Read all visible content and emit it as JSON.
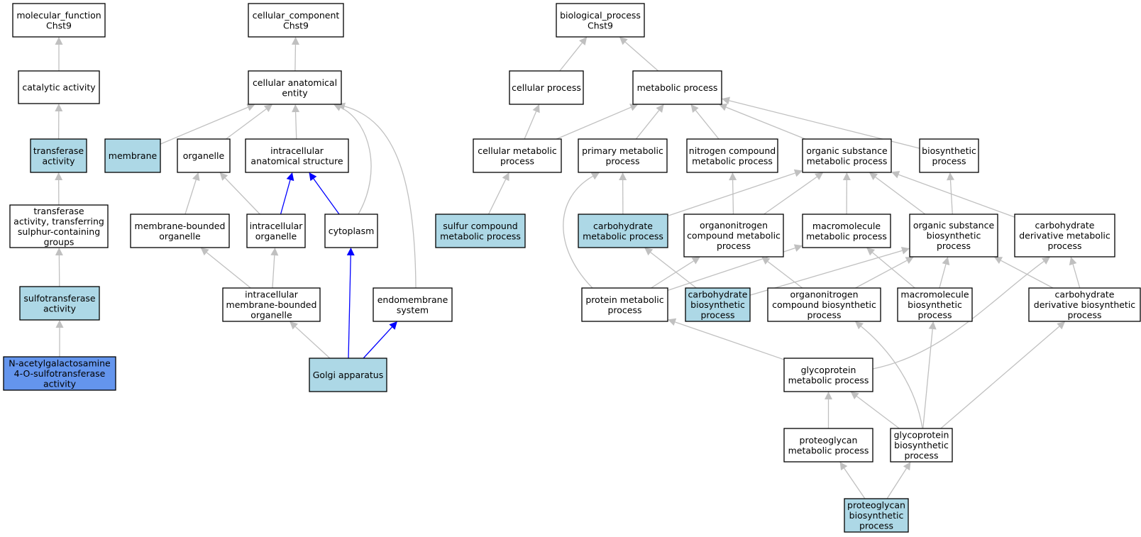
{
  "colors": {
    "plain": "#ffffff",
    "annotated": "#add8e6",
    "query": "#6495ed",
    "edge_gray": "#c0c0c0",
    "edge_blue": "#0000ff"
  },
  "nodes": [
    {
      "id": "mf",
      "label": "molecular_function\nChst9",
      "fill": "plain"
    },
    {
      "id": "cat",
      "label": "catalytic activity",
      "fill": "plain"
    },
    {
      "id": "trans",
      "label": "transferase\nactivity",
      "fill": "annotated"
    },
    {
      "id": "tsulph",
      "label": "transferase\nactivity, transferring\nsulphur-containing\ngroups",
      "fill": "plain"
    },
    {
      "id": "sulfo",
      "label": "sulfotransferase\nactivity",
      "fill": "annotated"
    },
    {
      "id": "nacetyl",
      "label": "N-acetylgalactosamine\n4-O-sulfotransferase\nactivity",
      "fill": "query"
    },
    {
      "id": "cc",
      "label": "cellular_component\nChst9",
      "fill": "plain"
    },
    {
      "id": "cae",
      "label": "cellular anatomical\nentity",
      "fill": "plain"
    },
    {
      "id": "membrane",
      "label": "membrane",
      "fill": "annotated"
    },
    {
      "id": "organelle",
      "label": "organelle",
      "fill": "plain"
    },
    {
      "id": "ias",
      "label": "intracellular\nanatomical structure",
      "fill": "plain"
    },
    {
      "id": "mbo",
      "label": "membrane-bounded\norganelle",
      "fill": "plain"
    },
    {
      "id": "io",
      "label": "intracellular\norganelle",
      "fill": "plain"
    },
    {
      "id": "cyto",
      "label": "cytoplasm",
      "fill": "plain"
    },
    {
      "id": "imbo",
      "label": "intracellular\nmembrane-bounded\norganelle",
      "fill": "plain"
    },
    {
      "id": "endo",
      "label": "endomembrane\nsystem",
      "fill": "plain"
    },
    {
      "id": "golgi",
      "label": "Golgi apparatus",
      "fill": "annotated"
    },
    {
      "id": "bp",
      "label": "biological_process\nChst9",
      "fill": "plain"
    },
    {
      "id": "cp",
      "label": "cellular process",
      "fill": "plain"
    },
    {
      "id": "mp",
      "label": "metabolic process",
      "fill": "plain"
    },
    {
      "id": "cmp",
      "label": "cellular metabolic\nprocess",
      "fill": "plain"
    },
    {
      "id": "pmp",
      "label": "primary metabolic\nprocess",
      "fill": "plain"
    },
    {
      "id": "ncmp",
      "label": "nitrogen compound\nmetabolic process",
      "fill": "plain"
    },
    {
      "id": "osmp",
      "label": "organic substance\nmetabolic process",
      "fill": "plain"
    },
    {
      "id": "bsp",
      "label": "biosynthetic\nprocess",
      "fill": "plain"
    },
    {
      "id": "scmp",
      "label": "sulfur compound\nmetabolic process",
      "fill": "annotated"
    },
    {
      "id": "chmp",
      "label": "carbohydrate\nmetabolic process",
      "fill": "annotated"
    },
    {
      "id": "oncmp",
      "label": "organonitrogen\ncompound metabolic\nprocess",
      "fill": "plain"
    },
    {
      "id": "mmp",
      "label": "macromolecule\nmetabolic process",
      "fill": "plain"
    },
    {
      "id": "osbp",
      "label": "organic substance\nbiosynthetic\nprocess",
      "fill": "plain"
    },
    {
      "id": "cdmp",
      "label": "carbohydrate\nderivative metabolic\nprocess",
      "fill": "plain"
    },
    {
      "id": "protmp",
      "label": "protein metabolic\nprocess",
      "fill": "plain"
    },
    {
      "id": "chbp",
      "label": "carbohydrate\nbiosynthetic\nprocess",
      "fill": "annotated"
    },
    {
      "id": "oncbp",
      "label": "organonitrogen\ncompound biosynthetic\nprocess",
      "fill": "plain"
    },
    {
      "id": "mbp",
      "label": "macromolecule\nbiosynthetic\nprocess",
      "fill": "plain"
    },
    {
      "id": "cdbp",
      "label": "carbohydrate\nderivative biosynthetic\nprocess",
      "fill": "plain"
    },
    {
      "id": "gpmp",
      "label": "glycoprotein\nmetabolic process",
      "fill": "plain"
    },
    {
      "id": "pgmp",
      "label": "proteoglycan\nmetabolic process",
      "fill": "plain"
    },
    {
      "id": "gpbp",
      "label": "glycoprotein\nbiosynthetic\nprocess",
      "fill": "plain"
    },
    {
      "id": "pgbp",
      "label": "proteoglycan\nbiosynthetic\nprocess",
      "fill": "annotated"
    }
  ],
  "edges": [
    {
      "from": "cat",
      "to": "mf",
      "color": "edge_gray"
    },
    {
      "from": "trans",
      "to": "cat",
      "color": "edge_gray"
    },
    {
      "from": "tsulph",
      "to": "trans",
      "color": "edge_gray"
    },
    {
      "from": "sulfo",
      "to": "tsulph",
      "color": "edge_gray"
    },
    {
      "from": "nacetyl",
      "to": "sulfo",
      "color": "edge_gray"
    },
    {
      "from": "cae",
      "to": "cc",
      "color": "edge_gray"
    },
    {
      "from": "membrane",
      "to": "cae",
      "color": "edge_gray"
    },
    {
      "from": "organelle",
      "to": "cae",
      "color": "edge_gray"
    },
    {
      "from": "ias",
      "to": "cae",
      "color": "edge_gray"
    },
    {
      "from": "cyto",
      "to": "cae",
      "color": "edge_gray"
    },
    {
      "from": "endo",
      "to": "cae",
      "color": "edge_gray"
    },
    {
      "from": "mbo",
      "to": "organelle",
      "color": "edge_gray"
    },
    {
      "from": "io",
      "to": "organelle",
      "color": "edge_gray"
    },
    {
      "from": "io",
      "to": "ias",
      "color": "edge_blue"
    },
    {
      "from": "cyto",
      "to": "ias",
      "color": "edge_blue"
    },
    {
      "from": "imbo",
      "to": "mbo",
      "color": "edge_gray"
    },
    {
      "from": "imbo",
      "to": "io",
      "color": "edge_gray"
    },
    {
      "from": "golgi",
      "to": "imbo",
      "color": "edge_gray"
    },
    {
      "from": "golgi",
      "to": "cyto",
      "color": "edge_blue"
    },
    {
      "from": "golgi",
      "to": "endo",
      "color": "edge_blue"
    },
    {
      "from": "cp",
      "to": "bp",
      "color": "edge_gray"
    },
    {
      "from": "mp",
      "to": "bp",
      "color": "edge_gray"
    },
    {
      "from": "cmp",
      "to": "cp",
      "color": "edge_gray"
    },
    {
      "from": "cmp",
      "to": "mp",
      "color": "edge_gray"
    },
    {
      "from": "pmp",
      "to": "mp",
      "color": "edge_gray"
    },
    {
      "from": "ncmp",
      "to": "mp",
      "color": "edge_gray"
    },
    {
      "from": "osmp",
      "to": "mp",
      "color": "edge_gray"
    },
    {
      "from": "bsp",
      "to": "mp",
      "color": "edge_gray"
    },
    {
      "from": "scmp",
      "to": "cmp",
      "color": "edge_gray"
    },
    {
      "from": "chmp",
      "to": "pmp",
      "color": "edge_gray"
    },
    {
      "from": "chmp",
      "to": "osmp",
      "color": "edge_gray"
    },
    {
      "from": "oncmp",
      "to": "ncmp",
      "color": "edge_gray"
    },
    {
      "from": "oncmp",
      "to": "osmp",
      "color": "edge_gray"
    },
    {
      "from": "mmp",
      "to": "osmp",
      "color": "edge_gray"
    },
    {
      "from": "osbp",
      "to": "osmp",
      "color": "edge_gray"
    },
    {
      "from": "osbp",
      "to": "bsp",
      "color": "edge_gray"
    },
    {
      "from": "cdmp",
      "to": "osmp",
      "color": "edge_gray"
    },
    {
      "from": "protmp",
      "to": "pmp",
      "color": "edge_gray"
    },
    {
      "from": "protmp",
      "to": "oncmp",
      "color": "edge_gray"
    },
    {
      "from": "protmp",
      "to": "mmp",
      "color": "edge_gray"
    },
    {
      "from": "chbp",
      "to": "chmp",
      "color": "edge_gray"
    },
    {
      "from": "chbp",
      "to": "osbp",
      "color": "edge_gray"
    },
    {
      "from": "oncbp",
      "to": "oncmp",
      "color": "edge_gray"
    },
    {
      "from": "oncbp",
      "to": "osbp",
      "color": "edge_gray"
    },
    {
      "from": "mbp",
      "to": "mmp",
      "color": "edge_gray"
    },
    {
      "from": "mbp",
      "to": "osbp",
      "color": "edge_gray"
    },
    {
      "from": "cdbp",
      "to": "osbp",
      "color": "edge_gray"
    },
    {
      "from": "cdbp",
      "to": "cdmp",
      "color": "edge_gray"
    },
    {
      "from": "gpmp",
      "to": "protmp",
      "color": "edge_gray"
    },
    {
      "from": "gpmp",
      "to": "cdmp",
      "color": "edge_gray"
    },
    {
      "from": "pgmp",
      "to": "gpmp",
      "color": "edge_gray"
    },
    {
      "from": "gpbp",
      "to": "gpmp",
      "color": "edge_gray"
    },
    {
      "from": "gpbp",
      "to": "oncbp",
      "color": "edge_gray"
    },
    {
      "from": "gpbp",
      "to": "mbp",
      "color": "edge_gray"
    },
    {
      "from": "gpbp",
      "to": "cdbp",
      "color": "edge_gray"
    },
    {
      "from": "pgbp",
      "to": "pgmp",
      "color": "edge_gray"
    },
    {
      "from": "pgbp",
      "to": "gpbp",
      "color": "edge_gray"
    }
  ]
}
